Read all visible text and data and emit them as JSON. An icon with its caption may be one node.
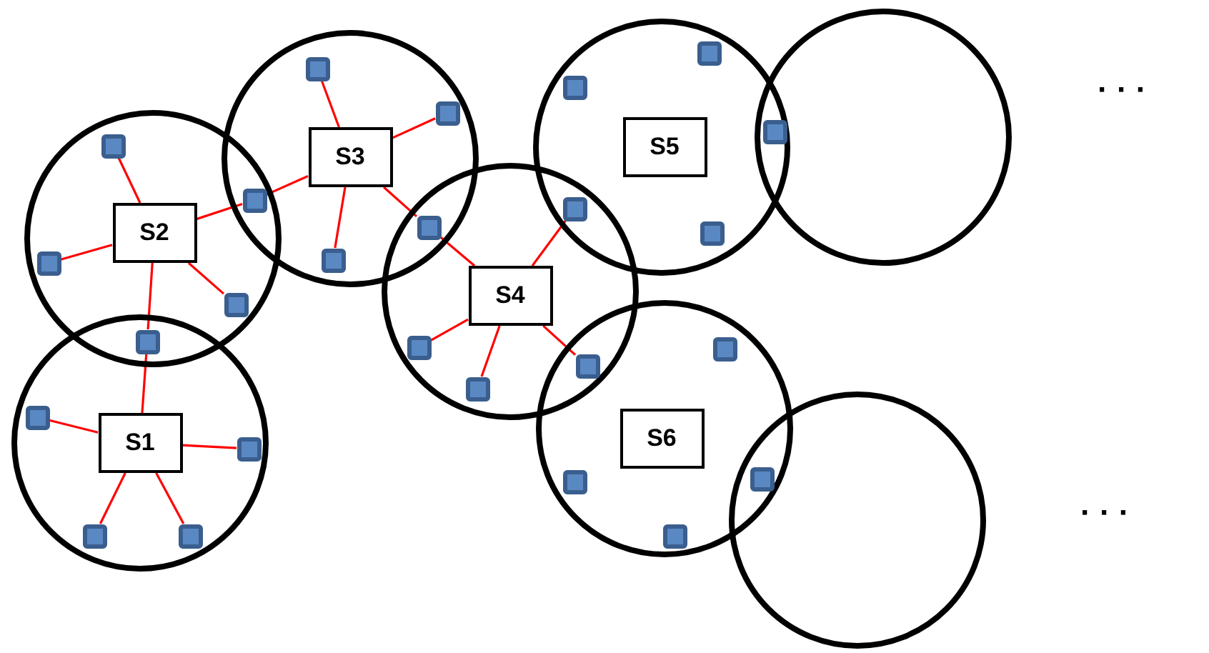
{
  "diagram": {
    "nodes": [
      {
        "text": [],
        "shape": "circle"
      },
      {
        "text": [
          "S3"
        ],
        "in": 0
      },
      {
        "text": [],
        "shape": "circle"
      },
      {
        "text": [
          "S5"
        ],
        "in": 2
      },
      {
        "text": [],
        "shape": "circle"
      },
      {
        "text": [],
        "shape": "circle"
      },
      {
        "text": [
          "S2"
        ],
        "in": 5
      },
      {
        "text": [],
        "shape": "circle"
      },
      {
        "text": [
          "S4"
        ],
        "in": 7
      },
      {
        "text": [],
        "shape": "circle"
      },
      {
        "text": [
          "S1"
        ],
        "in": 9
      },
      {
        "text": [],
        "shape": "circle"
      },
      {
        "text": [
          "S6"
        ],
        "in": 11
      },
      {
        "text": [],
        "shape": "circle"
      },
      {
        "text": [],
        "shape": "box",
        "in": 0
      },
      {
        "text": [],
        "shape": "box",
        "in": 2
      },
      {
        "text": [],
        "shape": "box",
        "in": 2
      },
      {
        "text": [],
        "shape": "box",
        "in": 0
      },
      {
        "text": [],
        "shape": "box"
      },
      {
        "text": [],
        "shape": "box",
        "in": 5
      },
      {
        "text": [],
        "shape": "box"
      },
      {
        "text": [],
        "shape": "box"
      },
      {
        "text": [],
        "shape": "box"
      },
      {
        "text": [],
        "shape": "box",
        "in": 2
      },
      {
        "text": [],
        "shape": "box",
        "in": 0
      },
      {
        "text": [],
        "shape": "box",
        "in": 5
      },
      {
        "text": [],
        "shape": "box",
        "in": 5
      },
      {
        "text": [],
        "shape": "box"
      },
      {
        "text": [],
        "shape": "box",
        "in": 7
      },
      {
        "text": [],
        "shape": "box",
        "in": 11
      },
      {
        "text": [],
        "shape": "box"
      },
      {
        "text": [],
        "shape": "box",
        "in": 7
      },
      {
        "text": [],
        "shape": "box",
        "in": 9
      },
      {
        "text": [],
        "shape": "box",
        "in": 9
      },
      {
        "text": [],
        "shape": "box"
      },
      {
        "text": [],
        "shape": "box",
        "in": 11
      },
      {
        "text": [],
        "shape": "box",
        "in": 9
      },
      {
        "text": [],
        "shape": "box",
        "in": 9
      },
      {
        "text": [],
        "shape": "box",
        "in": 11
      }
    ],
    "edges": [
      {
        "from": 6,
        "to": 19,
        "arrow": "none"
      },
      {
        "from": 6,
        "to": 25,
        "arrow": "none"
      },
      {
        "from": 6,
        "to": 20,
        "arrow": "none"
      },
      {
        "from": 6,
        "to": 26,
        "arrow": "none"
      },
      {
        "from": 6,
        "to": 27,
        "arrow": "none"
      },
      {
        "from": 10,
        "to": 27,
        "arrow": "none"
      },
      {
        "from": 10,
        "to": 32,
        "arrow": "none"
      },
      {
        "from": 10,
        "to": 33,
        "arrow": "none"
      },
      {
        "from": 10,
        "to": 36,
        "arrow": "none"
      },
      {
        "from": 10,
        "to": 37,
        "arrow": "none"
      },
      {
        "from": 1,
        "to": 14,
        "arrow": "none"
      },
      {
        "from": 1,
        "to": 17,
        "arrow": "none"
      },
      {
        "from": 1,
        "to": 20,
        "arrow": "none"
      },
      {
        "from": 1,
        "to": 24,
        "arrow": "none"
      },
      {
        "from": 1,
        "to": 22,
        "arrow": "none"
      },
      {
        "from": 8,
        "to": 22,
        "arrow": "none"
      },
      {
        "from": 8,
        "to": 21,
        "arrow": "none"
      },
      {
        "from": 8,
        "to": 28,
        "arrow": "none"
      },
      {
        "from": 8,
        "to": 31,
        "arrow": "none"
      },
      {
        "from": 8,
        "to": 30,
        "arrow": "none"
      }
    ],
    "labels": [
      "· · ·",
      "· · ·"
    ]
  }
}
